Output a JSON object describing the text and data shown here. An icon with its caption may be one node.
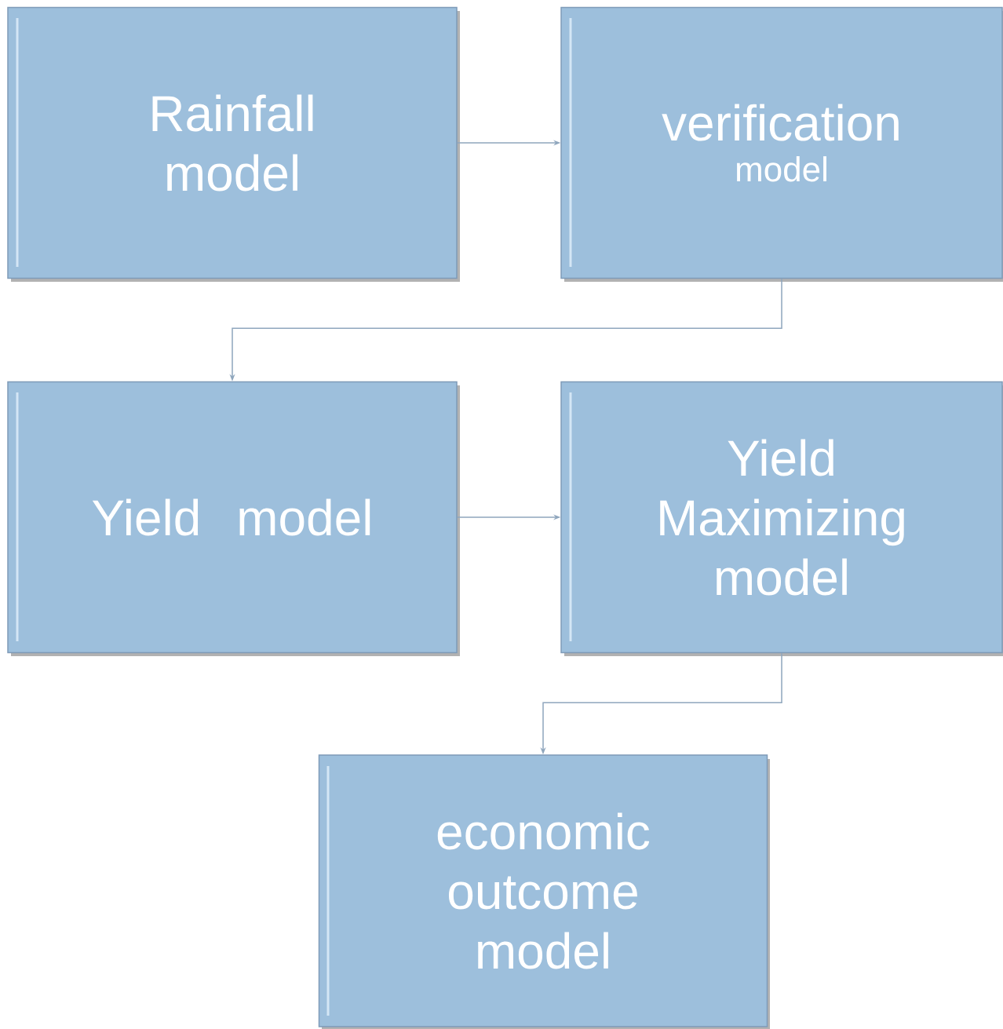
{
  "diagram": {
    "nodes": [
      {
        "text": [
          "Rainfall model"
        ]
      },
      {
        "text": [
          "verification",
          "model"
        ]
      },
      {
        "text": [
          "Yield model"
        ]
      },
      {
        "text": [
          "Yield Maximizing model"
        ]
      },
      {
        "text": [
          "economic outcome model"
        ]
      }
    ],
    "edges": [
      {
        "from": 0,
        "to": 1,
        "arrow": "to"
      },
      {
        "from": 1,
        "to": 2,
        "arrow": "to"
      },
      {
        "from": 2,
        "to": 3,
        "arrow": "to"
      },
      {
        "from": 3,
        "to": 4,
        "arrow": "to"
      }
    ]
  }
}
